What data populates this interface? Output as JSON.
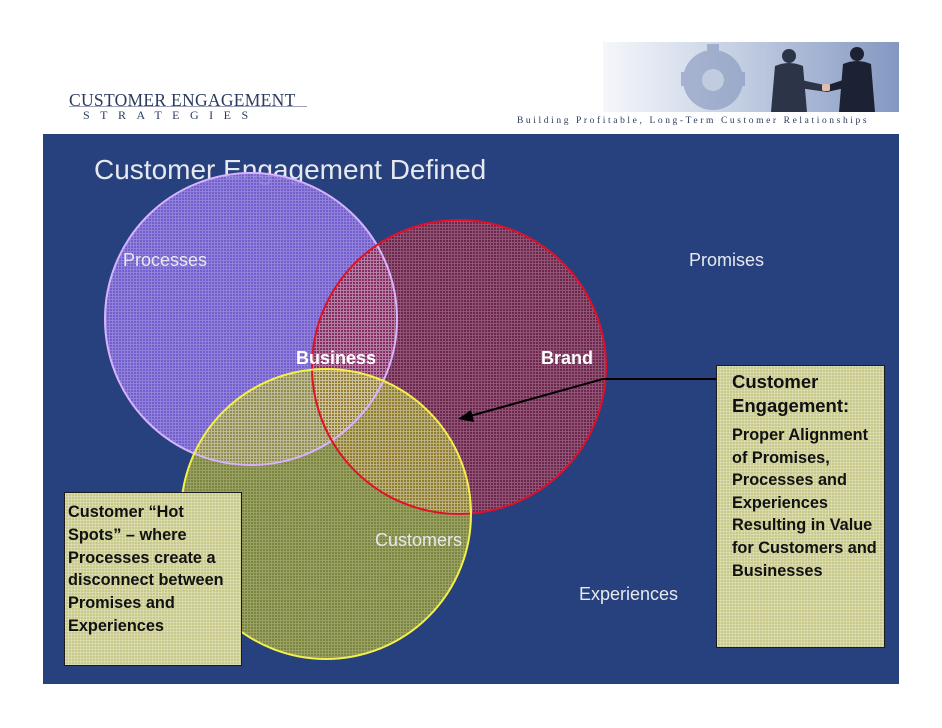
{
  "header": {
    "logo_main": "CUSTOMER ENGAGEMENT",
    "logo_sub": "STRATEGIES",
    "tagline": "Building Profitable, Long-Term Customer Relationships"
  },
  "slide": {
    "title": "Customer Engagement Defined"
  },
  "venn": {
    "labels": {
      "processes": "Processes",
      "promises": "Promises",
      "experiences": "Experiences",
      "business": "Business",
      "brand": "Brand",
      "customers": "Customers"
    },
    "colors": {
      "processes_circle": "#7b62d6",
      "promises_circle": "#8b1a3c",
      "experiences_circle": "#9ea122",
      "background": "#26417d"
    }
  },
  "notes": {
    "left": "Customer “Hot Spots” – where Processes create a disconnect between Promises and Experiences",
    "right_heading": "Customer Engagement:",
    "right_body": "Proper Alignment of Promises, Processes and Experiences Resulting in Value for Customers and Businesses"
  }
}
